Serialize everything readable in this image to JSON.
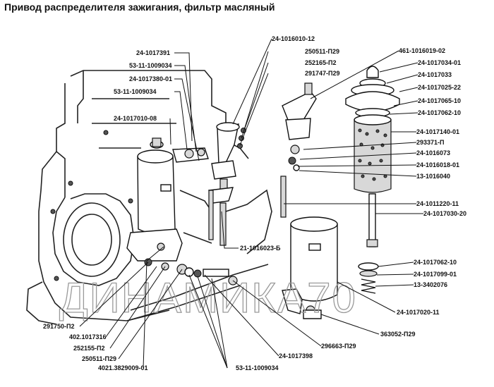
{
  "title": "Привод распределителя зажигания, фильтр масляный",
  "watermark": "ДИНАМИКА70",
  "parts": [
    {
      "id": "24-1017391"
    },
    {
      "id": "53-11-1009034"
    },
    {
      "id": "24-1017380-01"
    },
    {
      "id": "53-11-1009034"
    },
    {
      "id": "24-1017010-08"
    },
    {
      "id": "24-1016010-12"
    },
    {
      "id": "250511-П29"
    },
    {
      "id": "252165-П2"
    },
    {
      "id": "291747-П29"
    },
    {
      "id": "461-1016019-02"
    },
    {
      "id": "24-1017034-01"
    },
    {
      "id": "24-1017033"
    },
    {
      "id": "24-1017025-22"
    },
    {
      "id": "24-1017065-10"
    },
    {
      "id": "24-1017062-10"
    },
    {
      "id": "24-1017140-01"
    },
    {
      "id": "293371-П"
    },
    {
      "id": "24-1016073"
    },
    {
      "id": "24-1016018-01"
    },
    {
      "id": "13-1016040"
    },
    {
      "id": "24-1011220-11"
    },
    {
      "id": "24-1017030-20"
    },
    {
      "id": "21-1016023-Б"
    },
    {
      "id": "24-1017062-10"
    },
    {
      "id": "24-1017099-01"
    },
    {
      "id": "13-3402076"
    },
    {
      "id": "24-1017020-11"
    },
    {
      "id": "291750-П2"
    },
    {
      "id": "402.1017316"
    },
    {
      "id": "252155-П2"
    },
    {
      "id": "250511-П29"
    },
    {
      "id": "4021.3829009-01"
    },
    {
      "id": "296663-П29"
    },
    {
      "id": "24-1017398"
    },
    {
      "id": "363052-П29"
    },
    {
      "id": "53-11-1009034"
    }
  ]
}
